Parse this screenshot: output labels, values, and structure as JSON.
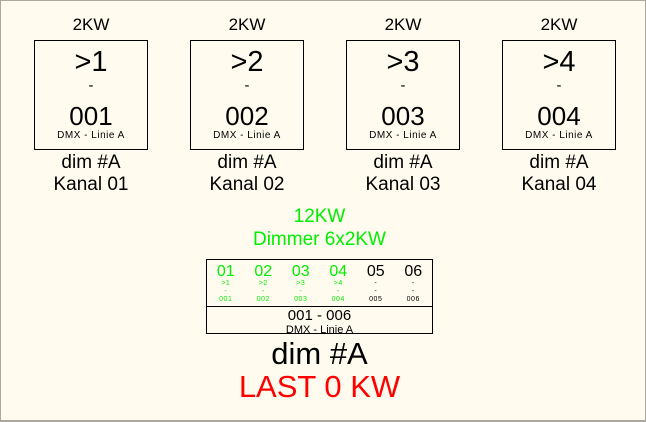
{
  "window": {
    "background": "#FFFCEF",
    "border_color": "#ABA8A0"
  },
  "colors": {
    "patched_green": "#00EE00",
    "load_red": "#FF0000",
    "text_black": "#000000"
  },
  "fixtures": [
    {
      "power": "2KW",
      "channel": ">1",
      "separator": "-",
      "dmx_address": "001",
      "dmx_line": "DMX - Linie A",
      "dimmer_name": "dim #A",
      "kanal": "Kanal 01"
    },
    {
      "power": "2KW",
      "channel": ">2",
      "separator": "-",
      "dmx_address": "002",
      "dmx_line": "DMX - Linie A",
      "dimmer_name": "dim #A",
      "kanal": "Kanal 02"
    },
    {
      "power": "2KW",
      "channel": ">3",
      "separator": "-",
      "dmx_address": "003",
      "dmx_line": "DMX - Linie A",
      "dimmer_name": "dim #A",
      "kanal": "Kanal 03"
    },
    {
      "power": "2KW",
      "channel": ">4",
      "separator": "-",
      "dmx_address": "004",
      "dmx_line": "DMX - Linie A",
      "dimmer_name": "dim #A",
      "kanal": "Kanal 04"
    }
  ],
  "dimmer": {
    "total_power": "12KW",
    "model": "Dimmer 6x2KW",
    "channels": [
      {
        "number": "01",
        "patch": ">1",
        "separator": "-",
        "dmx_address": "001",
        "patched": true
      },
      {
        "number": "02",
        "patch": ">2",
        "separator": "-",
        "dmx_address": "002",
        "patched": true
      },
      {
        "number": "03",
        "patch": ">3",
        "separator": "-",
        "dmx_address": "003",
        "patched": true
      },
      {
        "number": "04",
        "patch": ">4",
        "separator": "-",
        "dmx_address": "004",
        "patched": true
      },
      {
        "number": "05",
        "patch": "-",
        "separator": "-",
        "dmx_address": "005",
        "patched": false
      },
      {
        "number": "06",
        "patch": "-",
        "separator": "-",
        "dmx_address": "006",
        "patched": false
      }
    ],
    "address_range": "001 - 006",
    "dmx_line": "DMX - Linie A",
    "name": "dim #A",
    "load": "LAST 0 KW"
  }
}
